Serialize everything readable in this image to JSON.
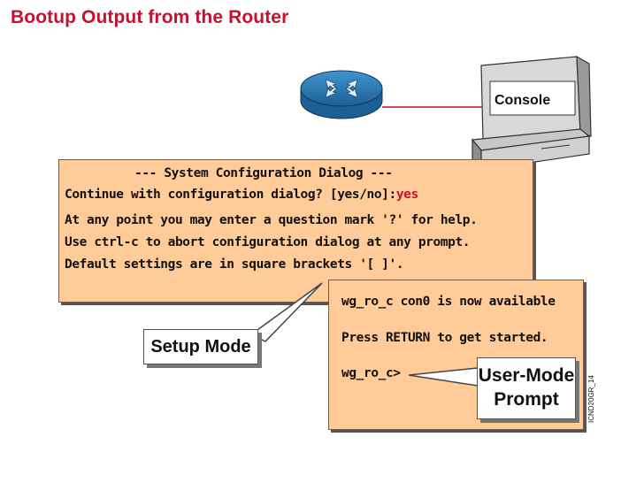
{
  "title": "Bootup Output from the Router",
  "console_label": "Console",
  "config_box": {
    "heading": "--- System Configuration Dialog ---",
    "prompt_text": "Continue with configuration dialog? [yes/no]:",
    "prompt_answer": "yes",
    "lines": [
      "At any point you may enter a question mark '?' for help.",
      "Use ctrl-c to abort configuration dialog at any prompt.",
      "Default settings are in square brackets '[ ]'."
    ]
  },
  "user_box": {
    "line1": "wg_ro_c con0 is now available",
    "line2": "Press RETURN to get started.",
    "line3": "wg_ro_c>"
  },
  "callouts": {
    "setup_mode": "Setup Mode",
    "user_mode_1": "User-Mode",
    "user_mode_2": "Prompt"
  },
  "figure_id": "ICND20GR_14",
  "colors": {
    "title": "#c8102e",
    "box_fill": "#ffcc99",
    "router_blue": "#2b7ab8",
    "link_red": "#c8102e"
  }
}
